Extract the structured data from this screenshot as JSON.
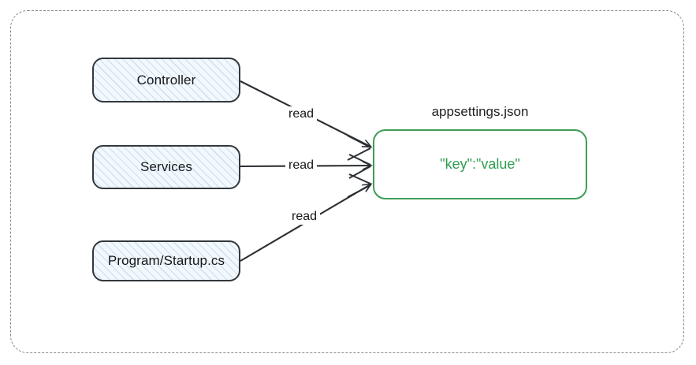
{
  "diagram": {
    "title_label": "appsettings.json",
    "config_box": {
      "content": "\"key\":\"value\"",
      "border_color": "#3f9c58",
      "text_color": "#2e9e4f"
    },
    "sources": [
      {
        "label": "Controller"
      },
      {
        "label": "Services"
      },
      {
        "label": "Program/Startup.cs"
      }
    ],
    "edges": [
      {
        "label": "read",
        "from": "Controller",
        "to": "appsettings.json"
      },
      {
        "label": "read",
        "from": "Services",
        "to": "appsettings.json"
      },
      {
        "label": "read",
        "from": "Program/Startup.cs",
        "to": "appsettings.json"
      }
    ],
    "colors": {
      "source_fill": "#f2f8fc",
      "source_hatch": "#a8cbe4",
      "source_border": "#33383d",
      "frame_border": "#8a8a8a",
      "text": "#16181a"
    }
  }
}
